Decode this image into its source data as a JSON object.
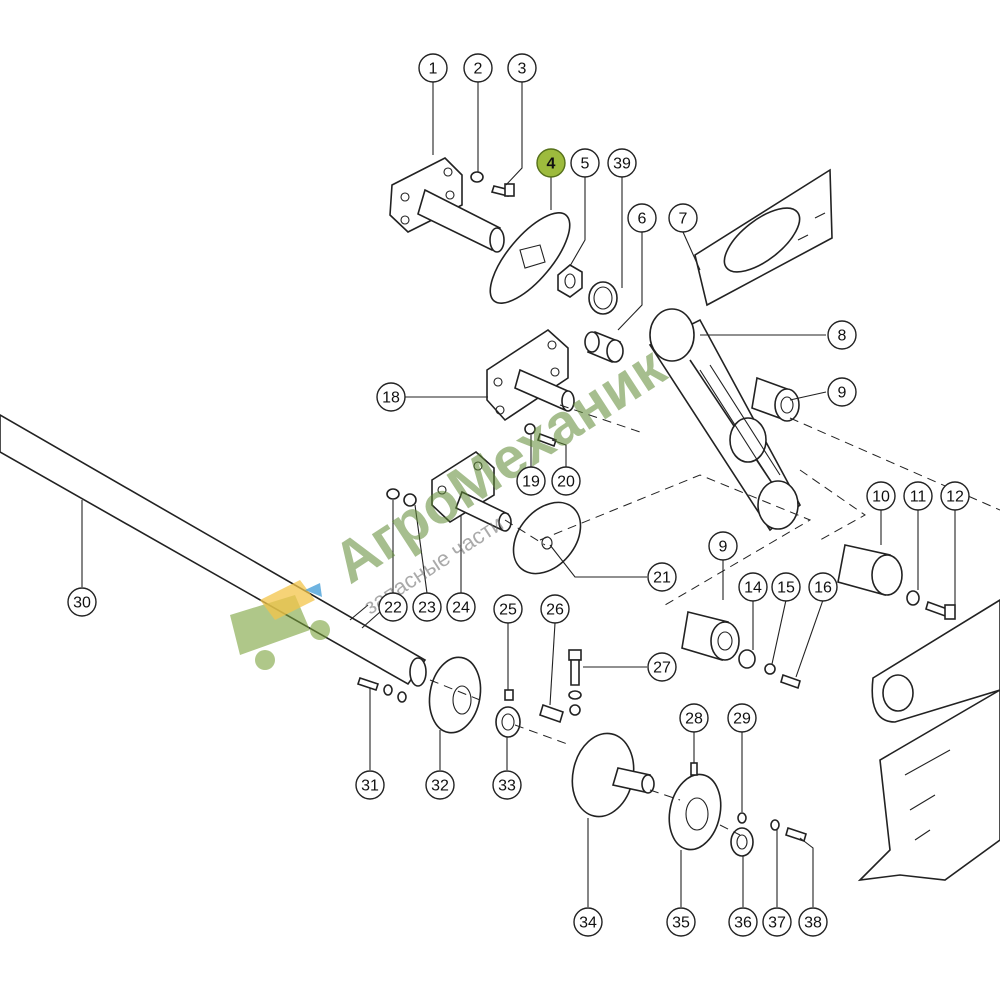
{
  "diagram": {
    "callouts": [
      {
        "label": "1"
      },
      {
        "label": "2"
      },
      {
        "label": "3"
      },
      {
        "label": "4",
        "highlight": true
      },
      {
        "label": "5"
      },
      {
        "label": "39"
      },
      {
        "label": "6"
      },
      {
        "label": "7"
      },
      {
        "label": "8"
      },
      {
        "label": "9"
      },
      {
        "label": "18"
      },
      {
        "label": "19"
      },
      {
        "label": "20"
      },
      {
        "label": "10"
      },
      {
        "label": "11"
      },
      {
        "label": "12"
      },
      {
        "label": "21"
      },
      {
        "label": "9"
      },
      {
        "label": "14"
      },
      {
        "label": "15"
      },
      {
        "label": "16"
      },
      {
        "label": "22"
      },
      {
        "label": "23"
      },
      {
        "label": "24"
      },
      {
        "label": "25"
      },
      {
        "label": "26"
      },
      {
        "label": "27"
      },
      {
        "label": "30"
      },
      {
        "label": "28"
      },
      {
        "label": "29"
      },
      {
        "label": "31"
      },
      {
        "label": "32"
      },
      {
        "label": "33"
      },
      {
        "label": "34"
      },
      {
        "label": "35"
      },
      {
        "label": "36"
      },
      {
        "label": "37"
      },
      {
        "label": "38"
      }
    ]
  },
  "watermark": {
    "brand": "АгроМеханик",
    "tagline": "запасные части",
    "color": "#5f8a33"
  },
  "highlight_color": "#9dbb3d"
}
